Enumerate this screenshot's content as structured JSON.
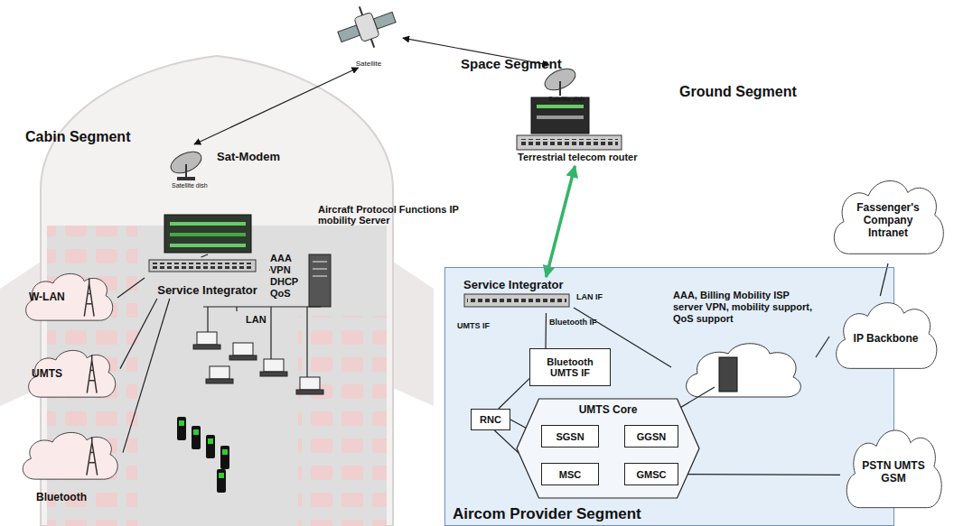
{
  "diagram": {
    "nodes": [
      {
        "text": [
          "Satellite"
        ]
      },
      {
        "text": [
          "Sat-Modem",
          "Satellite dish"
        ]
      },
      {
        "text": [
          "Satellite dish",
          "Terrestrial telecom router"
        ]
      },
      {
        "text": [
          "Service Integrator"
        ]
      },
      {
        "text": [
          "AAA VPN DHCP QoS"
        ]
      },
      {
        "text": [
          "W-LAN"
        ]
      },
      {
        "text": [
          "UMTS"
        ]
      },
      {
        "text": [
          "Bluetooth"
        ]
      },
      {
        "text": [
          "Aircom Provider Segment"
        ]
      },
      {
        "text": [
          "Service Integrator"
        ],
        "in": 8
      },
      {
        "text": [
          "AAA, Billing Mobility ISP server VPN, mobility support, QoS support"
        ],
        "in": 8
      },
      {
        "text": [
          "Bluetooth UMTS IF"
        ],
        "in": 8
      },
      {
        "text": [
          "RNC"
        ],
        "in": 8
      },
      {
        "text": [
          "UMTS Core"
        ],
        "in": 8
      },
      {
        "text": [
          "SGSN"
        ],
        "in": 13
      },
      {
        "text": [
          "GGSN"
        ],
        "in": 13
      },
      {
        "text": [
          "MSC"
        ],
        "in": 13
      },
      {
        "text": [
          "GMSC"
        ],
        "in": 13
      },
      {
        "text": [
          "Fassenger's Company Intranet"
        ]
      },
      {
        "text": [
          "IP Backbone"
        ]
      },
      {
        "text": [
          "PSTN UMTS GSM"
        ]
      }
    ],
    "edges": [
      {
        "from": 0,
        "to": 1,
        "arrow": "both"
      },
      {
        "from": 0,
        "to": 2,
        "arrow": "both"
      },
      {
        "from": 2,
        "to": 9,
        "arrow": "both"
      },
      {
        "from": 1,
        "to": 3,
        "arrow": "none"
      },
      {
        "from": 3,
        "to": 4,
        "arrow": "none"
      },
      {
        "from": 3,
        "to": 5,
        "arrow": "none"
      },
      {
        "from": 3,
        "to": 6,
        "arrow": "none"
      },
      {
        "from": 3,
        "to": 7,
        "arrow": "none"
      },
      {
        "from": 9,
        "to": 11,
        "arrow": "none"
      },
      {
        "from": 9,
        "to": 10,
        "arrow": "none"
      },
      {
        "from": 11,
        "to": 12,
        "arrow": "none"
      },
      {
        "from": 12,
        "to": 14,
        "arrow": "none"
      },
      {
        "from": 12,
        "to": 16,
        "arrow": "none"
      },
      {
        "from": 14,
        "to": 15,
        "arrow": "none"
      },
      {
        "from": 16,
        "to": 17,
        "arrow": "none"
      },
      {
        "from": 15,
        "to": 10,
        "arrow": "none"
      },
      {
        "from": 10,
        "to": 19,
        "arrow": "none"
      },
      {
        "from": 19,
        "to": 18,
        "arrow": "none"
      },
      {
        "from": 17,
        "to": 20,
        "arrow": "none"
      }
    ],
    "labels": [
      "Space Segment",
      "Ground Segment",
      "Cabin Segment",
      "Aircraft Protocol Functions IP mobility Server",
      "LAN",
      "LAN IF",
      "UMTS IF",
      "Bluetooth IF"
    ]
  }
}
